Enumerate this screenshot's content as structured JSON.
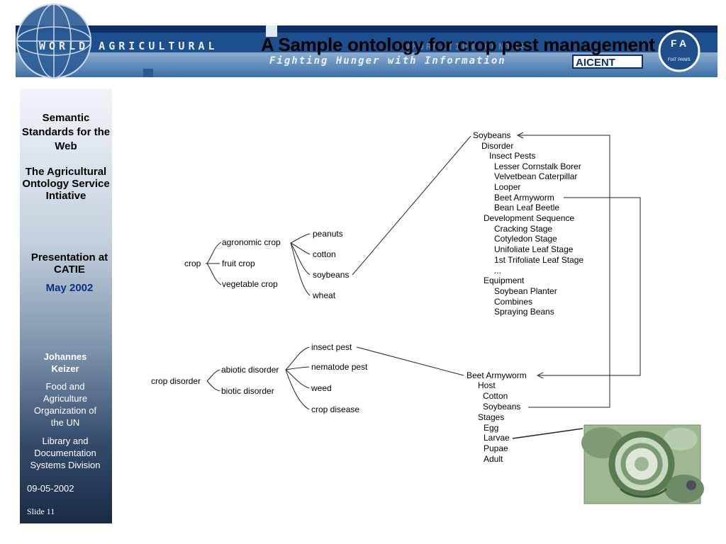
{
  "banner": {
    "org_left": "WORLD AGRICULTURAL",
    "org_right": "INFORMATION CENTRE",
    "tagline": "Fighting Hunger with Information",
    "logo": "AICENT",
    "seal_text": "FIAT PANIS"
  },
  "title": "A Sample ontology for crop pest management",
  "sidebar": {
    "heading1": "Semantic Standards for the Web",
    "heading2": "The Agricultural Ontology Service Intiative",
    "presentation": "Presentation at CATIE",
    "date_label": "May 2002",
    "author": "Johannes Keizer",
    "org": "Food and Agriculture Organization of the UN",
    "division": "Library and Documentation Systems Division",
    "date": "09-05-2002",
    "slide": "Slide 11"
  },
  "tree_crop": {
    "root": "crop",
    "children": [
      "agronomic crop",
      "fruit crop",
      "vegetable crop"
    ],
    "agronomic_children": [
      "peanuts",
      "cotton",
      "soybeans",
      "wheat"
    ]
  },
  "tree_disorder": {
    "root": "crop disorder",
    "children": [
      "abiotic disorder",
      "biotic disorder"
    ],
    "abiotic_children": [
      "insect pest",
      "nematode pest",
      "weed",
      "crop disease"
    ]
  },
  "soybeans_panel": [
    "Soybeans",
    "Disorder",
    "Insect Pests",
    "Lesser Cornstalk Borer",
    "Velvetbean Caterpillar",
    "Looper",
    "Beet Armyworm",
    "Bean Leaf Beetle",
    "Development Sequence",
    "Cracking Stage",
    "Cotyledon Stage",
    "Unifoliate Leaf Stage",
    "1st Trifoliate Leaf Stage",
    "...",
    "Equipment",
    "Soybean Planter",
    "Combines",
    "Spraying Beans"
  ],
  "armyworm_panel": [
    "Beet Armyworm",
    "Host",
    "Cotton",
    "Soybeans",
    "Stages",
    "Egg",
    "Larvae",
    "Pupae",
    "Adult"
  ],
  "icons": [
    "globe-logo-icon",
    "fao-seal-icon",
    "armyworm-photo"
  ]
}
